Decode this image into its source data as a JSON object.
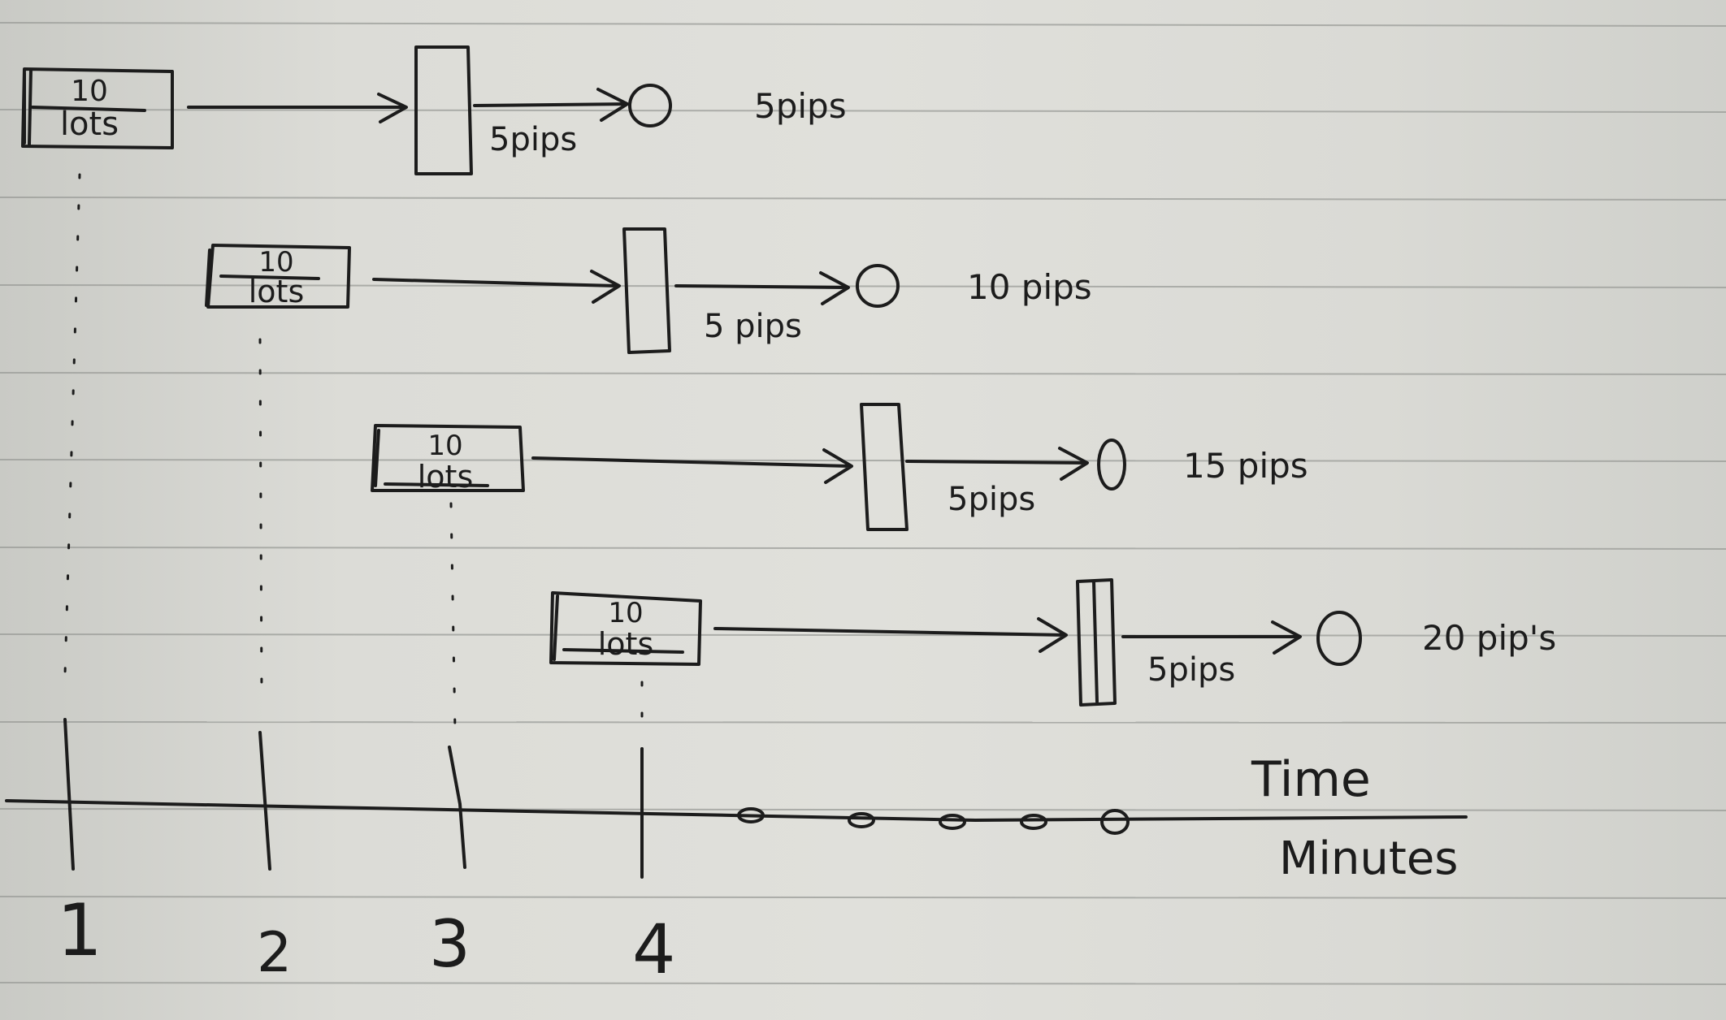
{
  "rows": [
    {
      "lot_number": "10",
      "lot_word": "lots",
      "step_label": "5pips",
      "total_label": "5pips"
    },
    {
      "lot_number": "10",
      "lot_word": "lots",
      "step_label": "5 pips",
      "total_label": "10 pips"
    },
    {
      "lot_number": "10",
      "lot_word": "lots",
      "step_label": "5pips",
      "total_label": "15 pips"
    },
    {
      "lot_number": "10",
      "lot_word": "lots",
      "step_label": "5pips",
      "total_label": "20 pip's"
    }
  ],
  "axis": {
    "label_line1": "Time",
    "label_line2": "Minutes",
    "ticks": [
      "1",
      "2",
      "3",
      "4"
    ]
  },
  "colors": {
    "ink": "#1c1c1c",
    "paper": "#dcdcd7",
    "rule": "#9a9c98"
  }
}
